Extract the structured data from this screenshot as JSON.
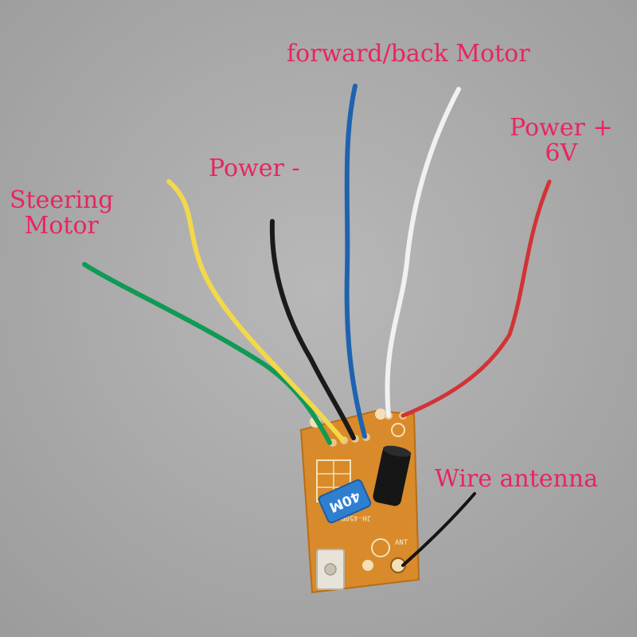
{
  "labels": {
    "forward_motor": "forward/back Motor",
    "power_plus_line1": "Power +",
    "power_plus_line2": "6V",
    "power_minus": "Power -",
    "steering_line1": "Steering",
    "steering_line2": "Motor",
    "wire_antenna": "Wire antenna"
  },
  "board": {
    "crystal_text": "40M",
    "model_text": "JH-450R-1",
    "ant_text": "ANT"
  },
  "colors": {
    "label": "#e8255f",
    "background": "#a9a9a9",
    "board": "#d98a2a",
    "wire_green": "#119a55",
    "wire_yellow": "#f2d84a",
    "wire_black": "#1a1a1a",
    "wire_blue": "#1f63b0",
    "wire_white": "#f1f1f1",
    "wire_red": "#d23336",
    "crystal": "#2f7fd0",
    "capacitor": "#161616"
  }
}
